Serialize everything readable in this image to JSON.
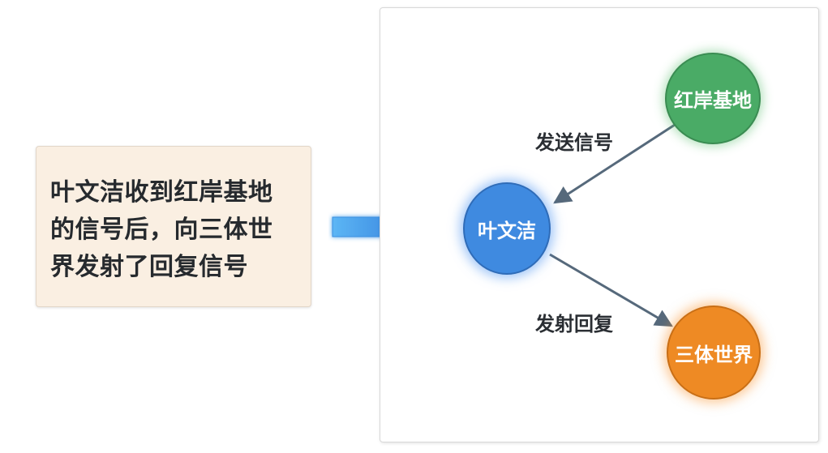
{
  "description_box": {
    "lines": [
      "叶文洁收到红岸基地",
      "的信号后，向三体世",
      "界发射了回复信号"
    ]
  },
  "transition_arrow": {
    "icon": "right-arrow-icon",
    "color": "#3a90e6"
  },
  "diagram": {
    "nodes": [
      {
        "id": "ye",
        "label": "叶文洁",
        "color": "#3f8ae0"
      },
      {
        "id": "hong",
        "label": "红岸基地",
        "color": "#4aab66"
      },
      {
        "id": "san",
        "label": "三体世界",
        "color": "#ee8a24"
      }
    ],
    "edges": [
      {
        "from": "hong",
        "to": "ye",
        "label": "发送信号"
      },
      {
        "from": "ye",
        "to": "san",
        "label": "发射回复"
      }
    ],
    "edge_color": "#5a6e80"
  }
}
